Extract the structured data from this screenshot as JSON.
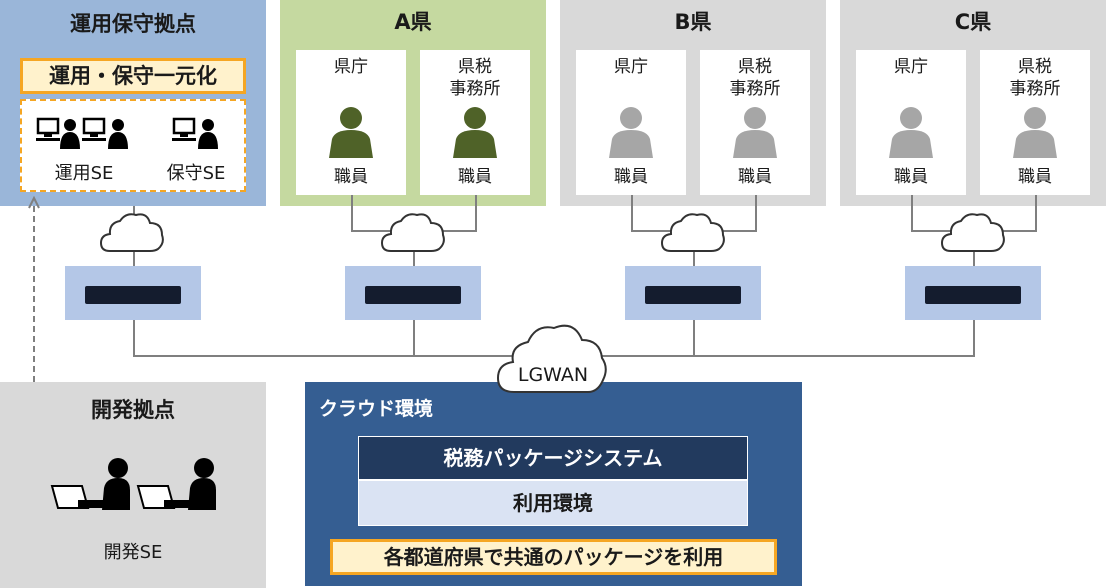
{
  "ops_site": {
    "title": "運用保守拠点",
    "unified_label": "運用・保守一元化",
    "ops_se_label": "運用SE",
    "maint_se_label": "保守SE"
  },
  "prefectures": [
    {
      "title": "A県",
      "office1": "県庁",
      "office2": "県税\n事務所",
      "staff": "職員",
      "person_color": "#4f6228",
      "panel_color": "#c5d9a0"
    },
    {
      "title": "B県",
      "office1": "県庁",
      "office2": "県税\n事務所",
      "staff": "職員",
      "person_color": "#a6a6a6",
      "panel_color": "#d9d9d9"
    },
    {
      "title": "C県",
      "office1": "県庁",
      "office2": "県税\n事務所",
      "staff": "職員",
      "person_color": "#a6a6a6",
      "panel_color": "#d9d9d9"
    }
  ],
  "network": {
    "lgwan_label": "LGWAN"
  },
  "dev_site": {
    "title": "開発拠点",
    "se_label": "開発SE"
  },
  "cloud": {
    "title": "クラウド環境",
    "system_label": "税務パッケージシステム",
    "env_label": "利用環境",
    "shared_label": "各都道府県で共通のパッケージを利用"
  },
  "colors": {
    "ops_panel": "#9ab6d9",
    "cloud_panel": "#355e92",
    "highlight": "#f5a623",
    "highlight_bg": "#fff2cc"
  }
}
